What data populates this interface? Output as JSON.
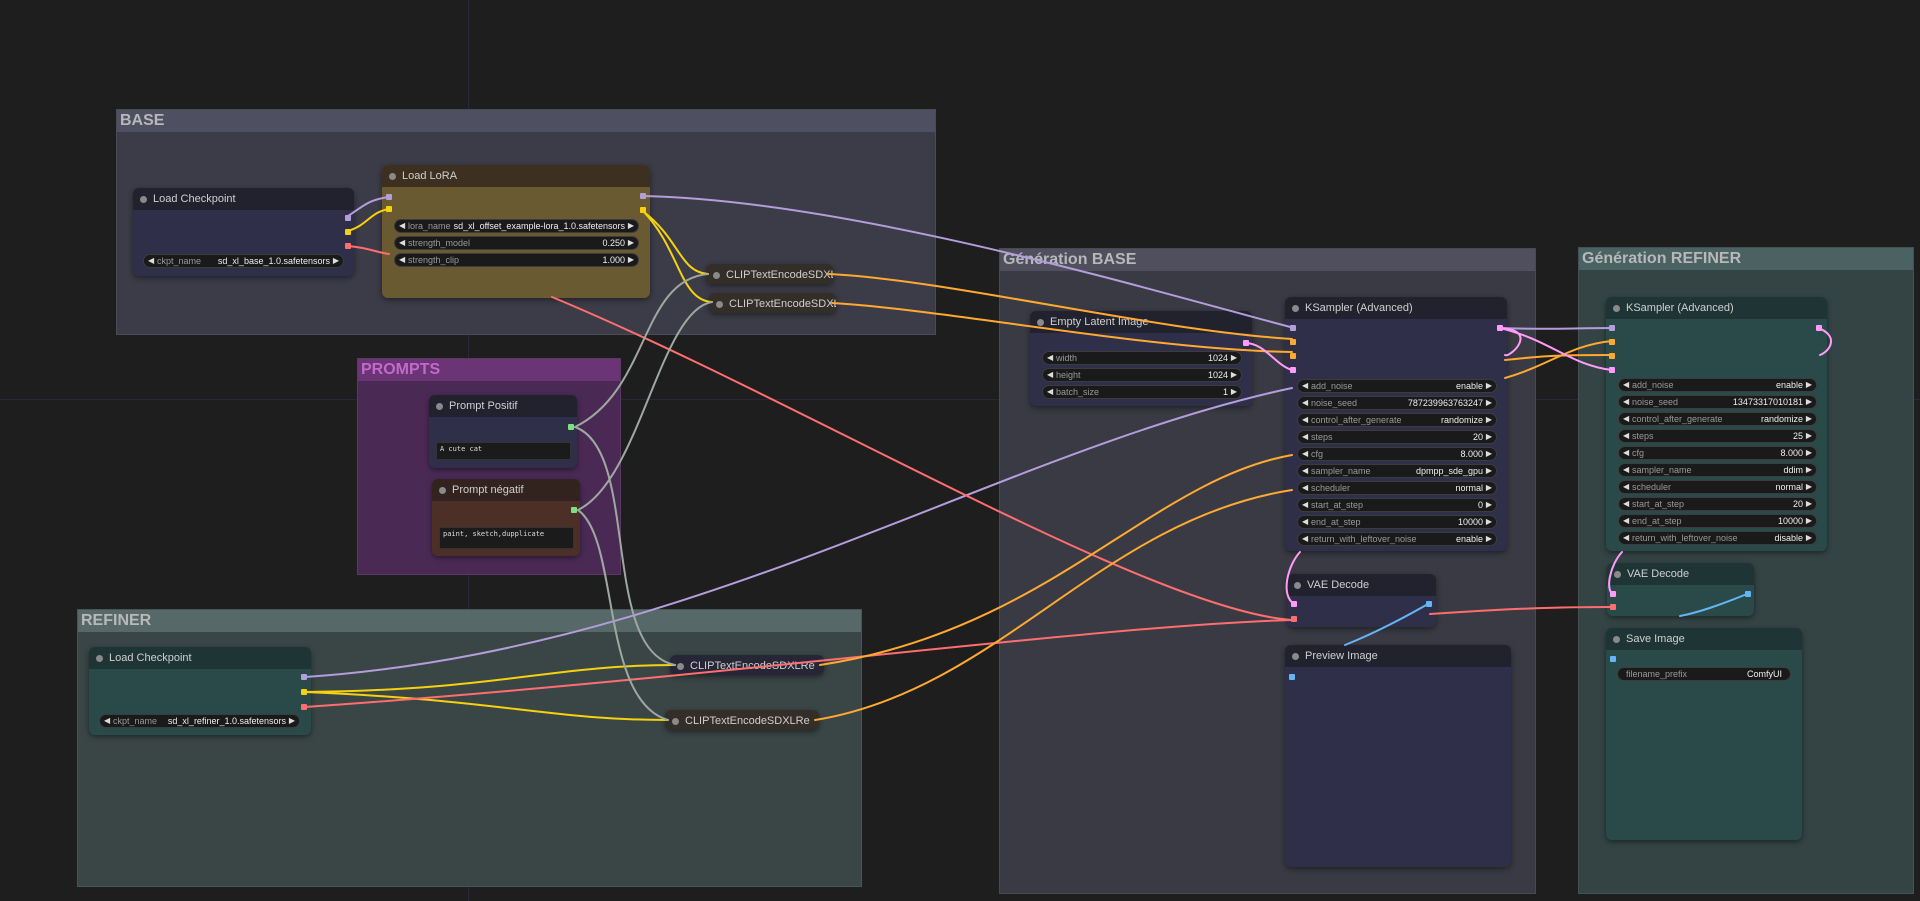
{
  "groups": {
    "base": "BASE",
    "prompts": "PROMPTS",
    "refiner": "REFINER",
    "generation_base": "Génération BASE",
    "generation_refiner": "Génération REFINER"
  },
  "load_checkpoint_base": {
    "title": "Load Checkpoint",
    "ckpt_label": "ckpt_name",
    "ckpt_value": "sd_xl_base_1.0.safetensors"
  },
  "load_lora": {
    "title": "Load LoRA",
    "lora_label": "lora_name",
    "lora_value": "sd_xl_offset_example-lora_1.0.safetensors",
    "strength_model_label": "strength_model",
    "strength_model_value": "0.250",
    "strength_clip_label": "strength_clip",
    "strength_clip_value": "1.000"
  },
  "clip_encode_1": {
    "title": "CLIPTextEncodeSDXL"
  },
  "clip_encode_2": {
    "title": "CLIPTextEncodeSDXL"
  },
  "prompt_positif": {
    "title": "Prompt Positif",
    "text": "A cute cat"
  },
  "prompt_negatif": {
    "title": "Prompt négatif",
    "text": "paint, sketch,dupplicate"
  },
  "load_checkpoint_refiner": {
    "title": "Load Checkpoint",
    "ckpt_label": "ckpt_name",
    "ckpt_value": "sd_xl_refiner_1.0.safetensors"
  },
  "clip_refiner_1": {
    "title": "CLIPTextEncodeSDXLRe"
  },
  "clip_refiner_2": {
    "title": "CLIPTextEncodeSDXLRe"
  },
  "empty_latent": {
    "title": "Empty Latent Image",
    "width_label": "width",
    "width_value": "1024",
    "height_label": "height",
    "height_value": "1024",
    "batch_label": "batch_size",
    "batch_value": "1"
  },
  "ksampler_base": {
    "title": "KSampler (Advanced)",
    "widgets": [
      {
        "label": "add_noise",
        "value": "enable"
      },
      {
        "label": "noise_seed",
        "value": "787239963763247"
      },
      {
        "label": "control_after_generate",
        "value": "randomize"
      },
      {
        "label": "steps",
        "value": "20"
      },
      {
        "label": "cfg",
        "value": "8.000"
      },
      {
        "label": "sampler_name",
        "value": "dpmpp_sde_gpu"
      },
      {
        "label": "scheduler",
        "value": "normal"
      },
      {
        "label": "start_at_step",
        "value": "0"
      },
      {
        "label": "end_at_step",
        "value": "10000"
      },
      {
        "label": "return_with_leftover_noise",
        "value": "enable"
      }
    ]
  },
  "vae_decode_base": {
    "title": "VAE Decode"
  },
  "preview_image": {
    "title": "Preview Image"
  },
  "ksampler_refiner": {
    "title": "KSampler (Advanced)",
    "widgets": [
      {
        "label": "add_noise",
        "value": "enable"
      },
      {
        "label": "noise_seed",
        "value": "13473317010181"
      },
      {
        "label": "control_after_generate",
        "value": "randomize"
      },
      {
        "label": "steps",
        "value": "25"
      },
      {
        "label": "cfg",
        "value": "8.000"
      },
      {
        "label": "sampler_name",
        "value": "ddim"
      },
      {
        "label": "scheduler",
        "value": "normal"
      },
      {
        "label": "start_at_step",
        "value": "20"
      },
      {
        "label": "end_at_step",
        "value": "10000"
      },
      {
        "label": "return_with_leftover_noise",
        "value": "disable"
      }
    ]
  },
  "vae_decode_refiner": {
    "title": "VAE Decode"
  },
  "save_image": {
    "title": "Save Image",
    "prefix_label": "filename_prefix",
    "prefix_value": "ComfyUI"
  },
  "icons": {
    "left_arrow": "◀",
    "right_arrow": "▶"
  },
  "colors": {
    "background": "#1e1e1e",
    "link_model": "#b39ddb",
    "link_clip": "#f5d10f",
    "link_vae": "#ff6e6e",
    "link_conditioning": "#ffa931",
    "link_latent": "#ff9cf9",
    "link_image": "#64b5f6",
    "link_string": "#9fa8a0"
  }
}
